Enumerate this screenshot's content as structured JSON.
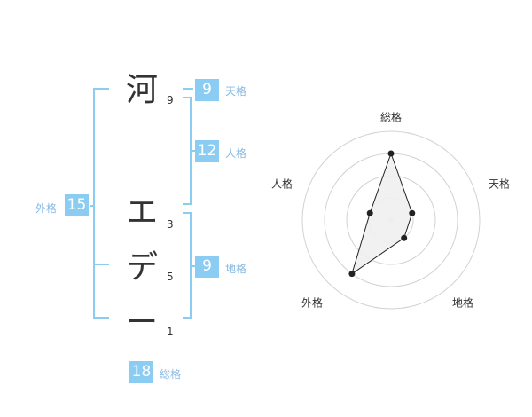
{
  "theme": {
    "accent": "#8bcdf2",
    "accent_text": "#88b9e2",
    "text": "#333333",
    "ring": "#d2d2d2",
    "fill": "#efefef",
    "line": "#222222"
  },
  "name": {
    "characters": [
      {
        "char": "河",
        "strokes": "9"
      },
      {
        "char": "エ",
        "strokes": "3"
      },
      {
        "char": "デ",
        "strokes": "5"
      },
      {
        "char": "ー",
        "strokes": "1"
      }
    ]
  },
  "scores": {
    "tenkaku": {
      "value": "9",
      "label": "天格"
    },
    "jinkaku": {
      "value": "12",
      "label": "人格"
    },
    "chikaku": {
      "value": "9",
      "label": "地格"
    },
    "gaikaku": {
      "value": "15",
      "label": "外格"
    },
    "soukaku": {
      "value": "18",
      "label": "総格"
    }
  },
  "chart_data": {
    "type": "radar",
    "axes": [
      "総格",
      "天格",
      "地格",
      "外格",
      "人格"
    ],
    "values": [
      0.75,
      0.25,
      0.25,
      0.75,
      0.25
    ],
    "range": [
      0,
      1
    ],
    "rings": 4
  }
}
